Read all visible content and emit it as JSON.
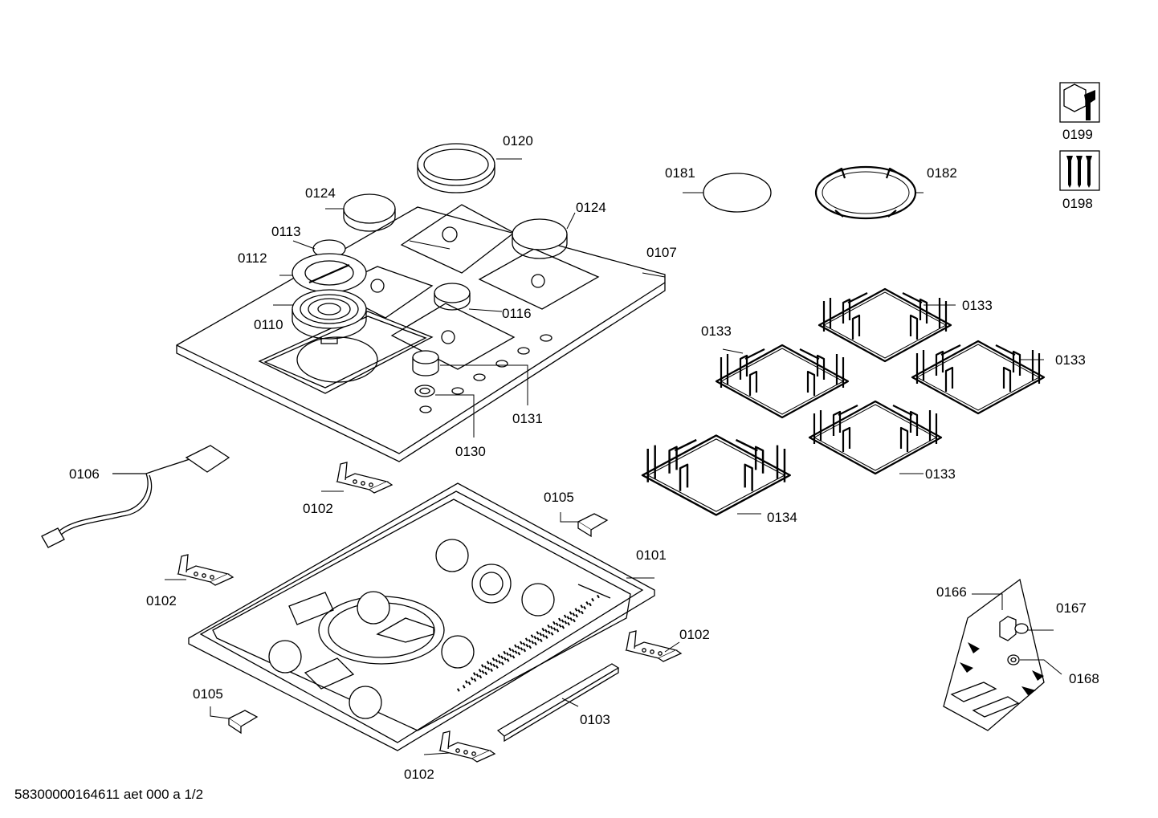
{
  "footer": {
    "document_id": "58300000164611 aet 000 a 1/2"
  },
  "labels": {
    "l0120": "0120",
    "l0124a": "0124",
    "l0124b": "0124",
    "l0113": "0113",
    "l0112": "0112",
    "l0110": "0110",
    "l0116": "0116",
    "l0107": "0107",
    "l0131": "0131",
    "l0130": "0130",
    "l0181": "0181",
    "l0182": "0182",
    "l0199": "0199",
    "l0198": "0198",
    "l0133a": "0133",
    "l0133b": "0133",
    "l0133c": "0133",
    "l0133d": "0133",
    "l0134": "0134",
    "l0106": "0106",
    "l0102a": "0102",
    "l0102b": "0102",
    "l0102c": "0102",
    "l0102d": "0102",
    "l0105a": "0105",
    "l0105b": "0105",
    "l0101": "0101",
    "l0103": "0103",
    "l0166": "0166",
    "l0167": "0167",
    "l0168": "0168"
  },
  "icons": {
    "service": "wrench-nut-icon",
    "screws": "screws-icon"
  }
}
